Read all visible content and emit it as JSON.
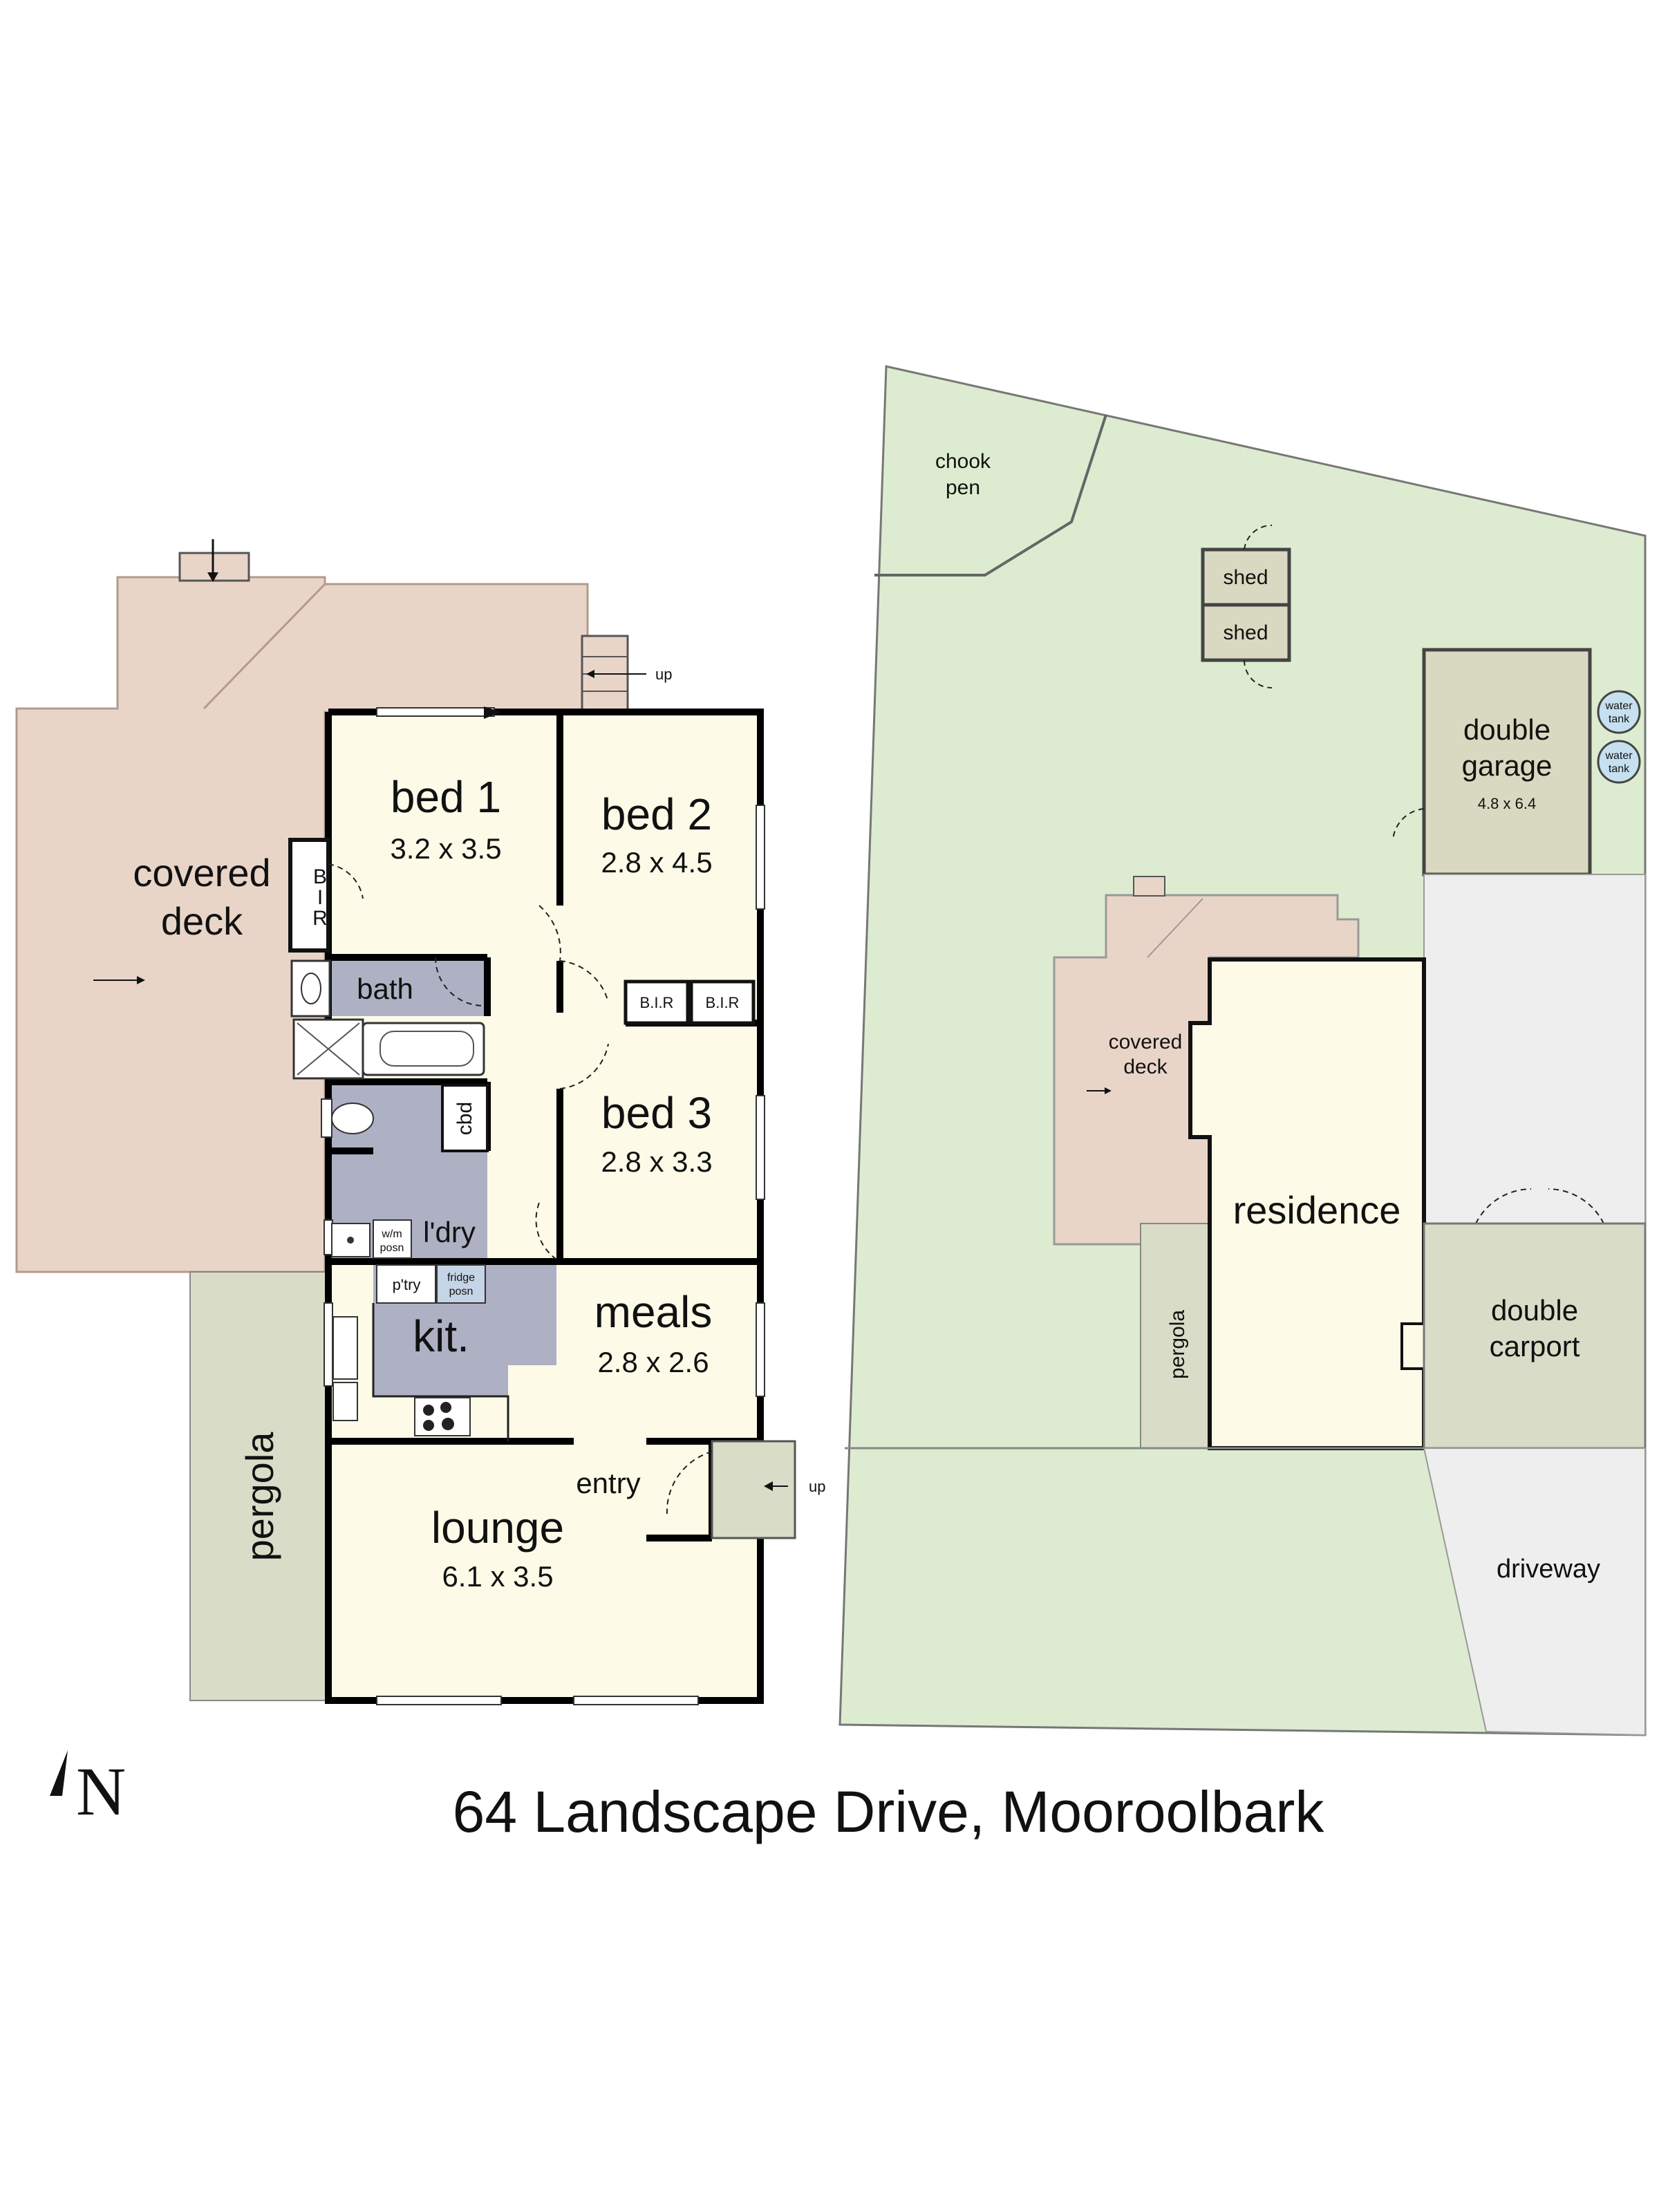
{
  "colors": {
    "deck": "#e9d5c8",
    "pergola": "#d9dcc7",
    "grass": "#ddecd0",
    "shed": "#d8d9c0",
    "floor": "#fdfbe8",
    "wet": "#aeb0c4",
    "driveway": "#eeeeee",
    "tank": "#c6e0f0"
  },
  "house": {
    "rooms": {
      "bed1": {
        "name": "bed 1",
        "dims": "3.2 x 3.5"
      },
      "bed2": {
        "name": "bed 2",
        "dims": "2.8 x 4.5"
      },
      "bed3": {
        "name": "bed 3",
        "dims": "2.8 x 3.3"
      },
      "meals": {
        "name": "meals",
        "dims": "2.8 x 2.6"
      },
      "lounge": {
        "name": "lounge",
        "dims": "6.1 x 3.5"
      },
      "kitchen": "kit.",
      "bath": "bath",
      "laundry": "l'dry",
      "entry": "entry",
      "cupboard": "cbd",
      "pantry": "p'try",
      "bir_bed1": "B I R",
      "bir_bed2": "B.I.R",
      "bir_bed3": "B.I.R",
      "wm": "w/m posn",
      "fridge": "fridge posn"
    },
    "covered_deck": "covered deck",
    "pergola": "pergola",
    "up_labels": [
      "up",
      "up"
    ]
  },
  "site": {
    "chook_pen": "chook pen",
    "sheds": [
      "shed",
      "shed"
    ],
    "garage": {
      "name": "double garage",
      "dims": "4.8 x 6.4"
    },
    "water_tanks": [
      "water tank",
      "water tank"
    ],
    "covered_deck": "covered deck",
    "residence": "residence",
    "pergola": "pergola",
    "carport": "double carport",
    "driveway": "driveway"
  },
  "compass": "N",
  "address": "64 Landscape Drive, Mooroolbark"
}
